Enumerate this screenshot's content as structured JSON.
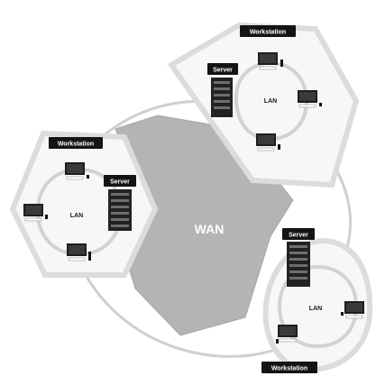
{
  "wan": {
    "label": "WAN"
  },
  "networks": [
    {
      "lan_label": "LAN",
      "server_label": "Server",
      "workstation_label": "Workstation"
    },
    {
      "lan_label": "LAN",
      "server_label": "Server",
      "workstation_label": "Workstation"
    },
    {
      "lan_label": "LAN",
      "server_label": "Server",
      "workstation_label": "Workstation"
    }
  ]
}
